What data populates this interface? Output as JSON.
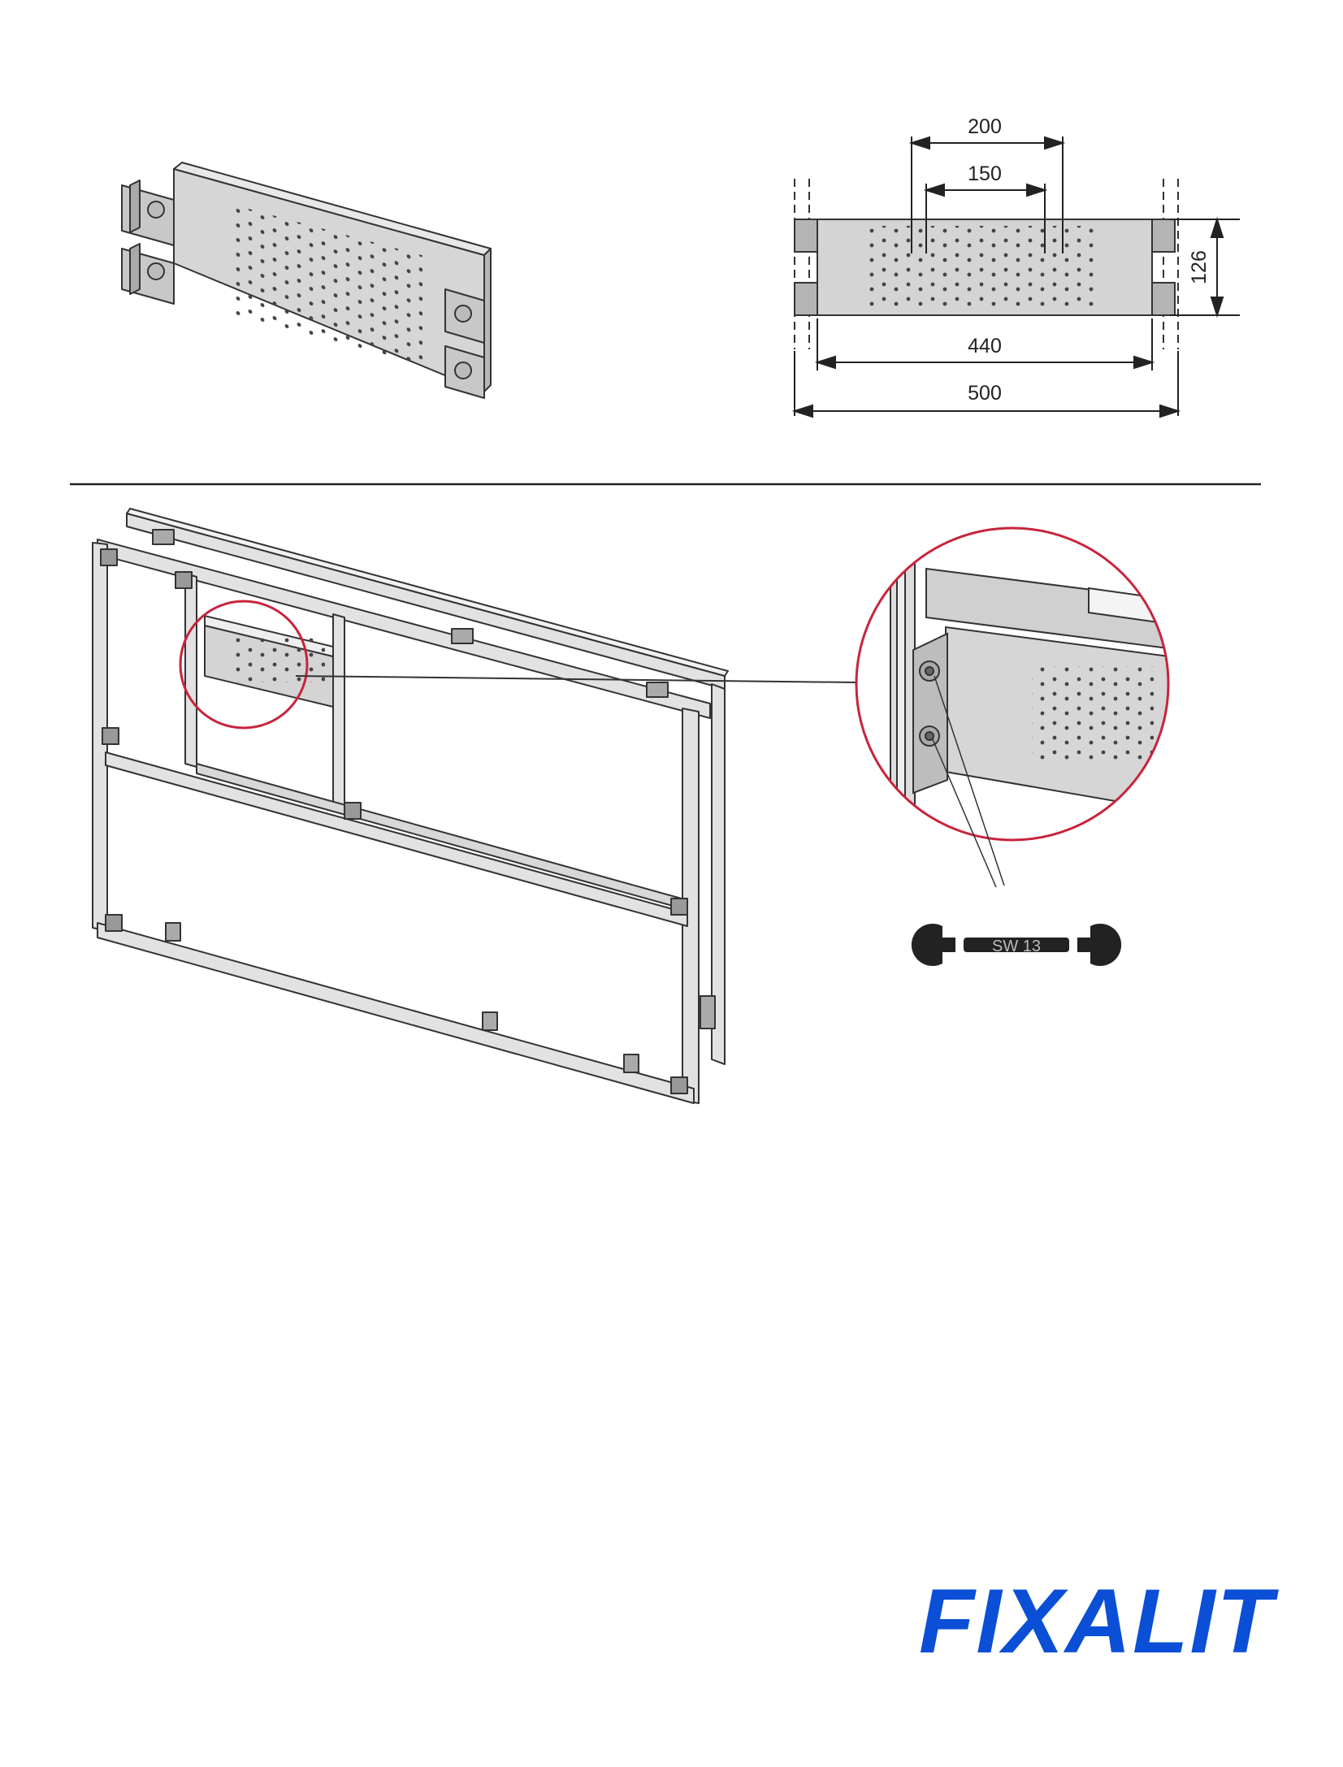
{
  "dimensions": {
    "d200": "200",
    "d150": "150",
    "d126": "126",
    "d440": "440",
    "d500": "500"
  },
  "tool": {
    "icon": "wrench-icon",
    "size_label": "SW 13"
  },
  "brand": {
    "name": "FIXALIT",
    "color": "#0a4fd6"
  },
  "colors": {
    "callout": "#c8243c",
    "panel": "#d4d4d4",
    "line": "#333333"
  }
}
